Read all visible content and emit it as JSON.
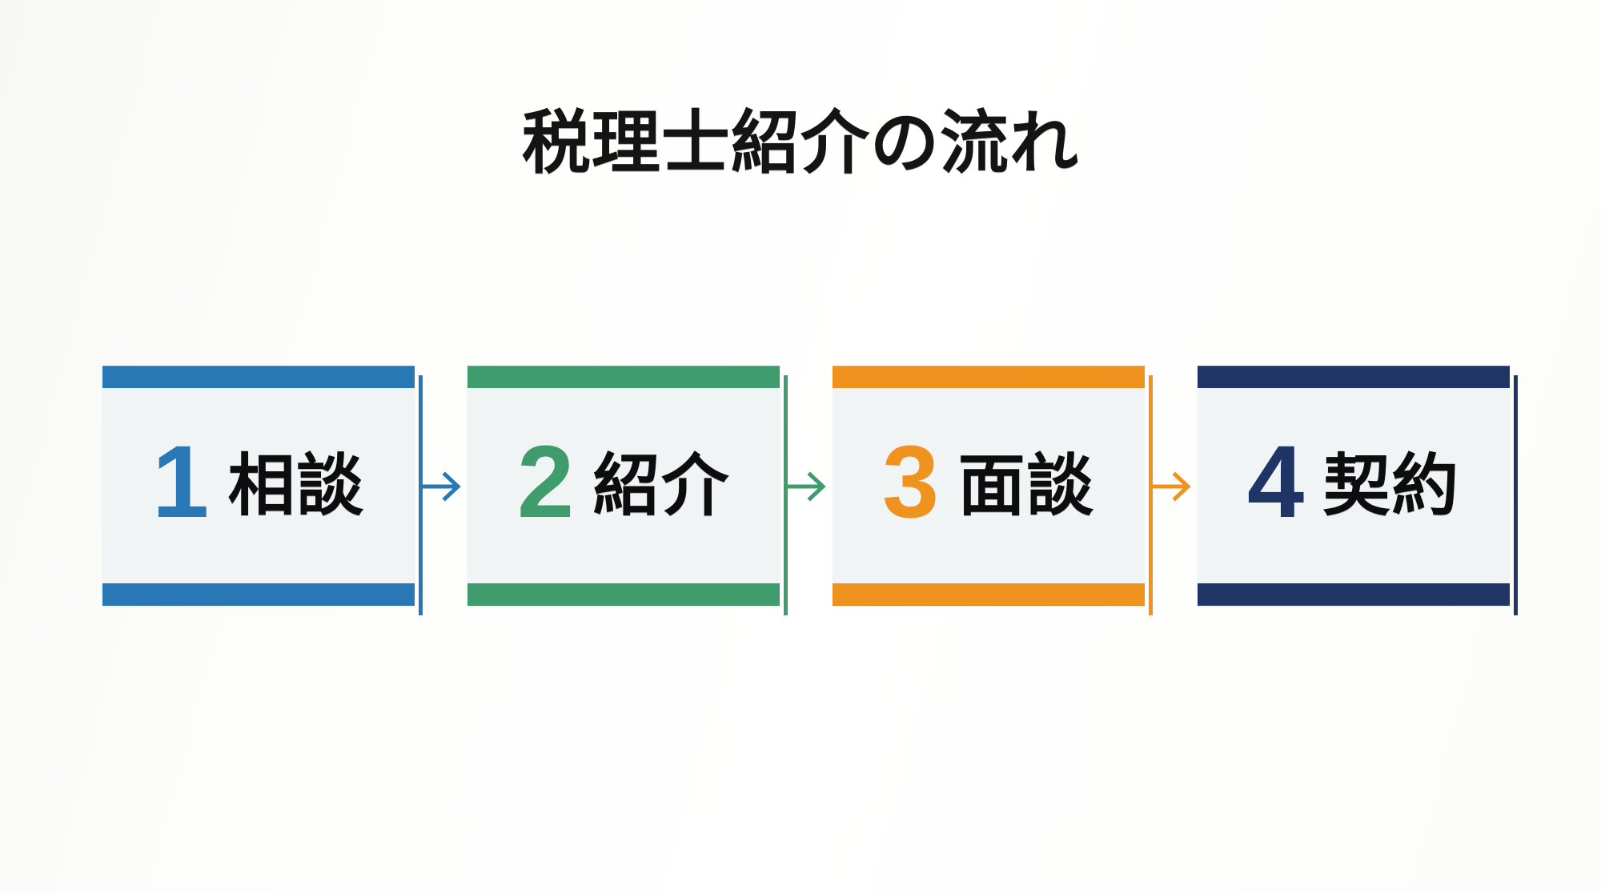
{
  "page": {
    "title": "税理士紹介の流れ",
    "background_color": "#fdfdfb"
  },
  "flow": {
    "steps": [
      {
        "number": "1",
        "label": "相談",
        "color": "#2878b5",
        "icon": "step-card"
      },
      {
        "number": "2",
        "label": "紹介",
        "color": "#3e9c6d",
        "icon": "step-card"
      },
      {
        "number": "3",
        "label": "面談",
        "color": "#f0921e",
        "icon": "step-card"
      },
      {
        "number": "4",
        "label": "契約",
        "color": "#1f3566",
        "icon": "step-card"
      }
    ],
    "connectors": [
      {
        "icon": "arrow-right-icon",
        "color": "#2878b5",
        "from": "1",
        "to": "2"
      },
      {
        "icon": "arrow-right-icon",
        "color": "#3e9c6d",
        "from": "2",
        "to": "3"
      },
      {
        "icon": "arrow-right-icon",
        "color": "#f0921e",
        "from": "3",
        "to": "4"
      }
    ]
  }
}
